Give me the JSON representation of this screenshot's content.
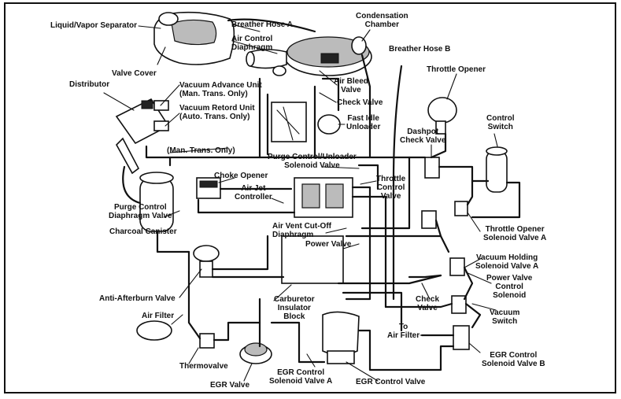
{
  "diagram": {
    "labels": {
      "liquid_vapor_separator": "Liquid/Vapor Separator",
      "breather_hose_a": "Breather Hose A",
      "condensation_chamber": "Condensation\nChamber",
      "air_control_diaphragm": "Air Control\nDiaphragm",
      "breather_hose_b": "Breather Hose B",
      "valve_cover": "Valve Cover",
      "distributor": "Distributor",
      "vacuum_advance_unit": "Vacuum Advance Unit\n(Man. Trans. Only)",
      "air_bleed_valve": "Air Bleed\nValve",
      "throttle_opener": "Throttle Opener",
      "vacuum_retard_unit": "Vacuum Retord Unit\n(Auto. Trans. Only)",
      "check_valve_top": "Check Valve",
      "fast_idle_unloader": "Fast Idle\nUnloader",
      "control_switch": "Control\nSwitch",
      "dashpot_check_valve": "Dashpot\nCheck Valve",
      "man_trans_only": "(Man. Trans. Only)",
      "purge_control_unloader": "Purge Control/Unloader\nSolenoid Valve",
      "choke_opener": "Choke Opener",
      "air_jet_controller": "Air Jet\nController",
      "throttle_control_valve": "Throttle\nControl\nValve",
      "purge_control_diaphragm": "Purge Control\nDiaphragm Valve",
      "air_vent_cutoff": "Air Vent Cut-Off\nDiaphragm",
      "throttle_opener_solenoid": "Throttle Opener\nSolenoid Valve A",
      "charcoal_canister": "Charcoal Canister",
      "power_valve": "Power Valve",
      "vacuum_holding_solenoid": "Vacuum Holding\nSolenoid Valve A",
      "power_valve_control": "Power Valve\nControl\nSolenoid",
      "anti_afterburn_valve": "Anti-Afterburn Valve",
      "carburetor_insulator": "Carburetor\nInsulator\nBlock",
      "check_valve_bottom": "Check\nValve",
      "vacuum_switch": "Vacuum\nSwitch",
      "air_filter_left": "Air Filter",
      "to_air_filter": "To\nAir Filter",
      "thermovalve": "Thermovalve",
      "egr_control_solenoid_b": "EGR Control\nSolenoid Valve B",
      "egr_valve": "EGR Valve",
      "egr_control_solenoid_a": "EGR Control\nSolenoid Valve A",
      "egr_control_valve": "EGR Control Valve"
    }
  }
}
